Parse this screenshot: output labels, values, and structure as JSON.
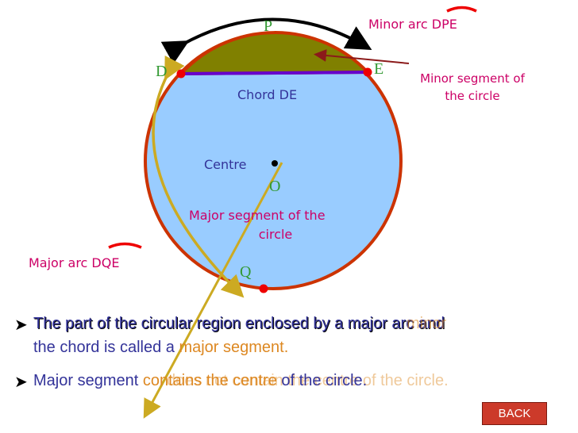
{
  "labels": {
    "P": "P",
    "D": "D",
    "E": "E",
    "Q": "Q",
    "O": "O",
    "chord": "Chord DE",
    "centre": "Centre",
    "major_segment_line1": "Major segment of the",
    "major_segment_line2": "circle",
    "minor_arc": "Minor arc DPE",
    "minor_segment_line1": "Minor segment of",
    "minor_segment_line2": "the circle",
    "major_arc": "Major arc DQE"
  },
  "bullets": [
    {
      "line1": "The part of the circular region enclosed by a major arc and",
      "line2_prefix": "the chord is called a ",
      "line2_highlight": "major segment.",
      "overlap_fragment": "minor"
    },
    {
      "prefix": "Major segment ",
      "highlight": "contains the centre",
      "suffix": " of the circle.",
      "ghost_text": "does not contain the centre of the circle."
    }
  ],
  "back_button": {
    "label": "BACK"
  },
  "colors": {
    "circle_fill": "#99ccff",
    "circle_stroke": "#cc3300",
    "minor_segment_fill": "#808000",
    "chord": "#6600cc",
    "point_red": "#ee0000",
    "major_arc_arrow": "#ccaa22",
    "letters_green": "#339933",
    "label_blue": "#333399",
    "label_magenta": "#cc0066",
    "highlight_orange": "#dd8822"
  }
}
